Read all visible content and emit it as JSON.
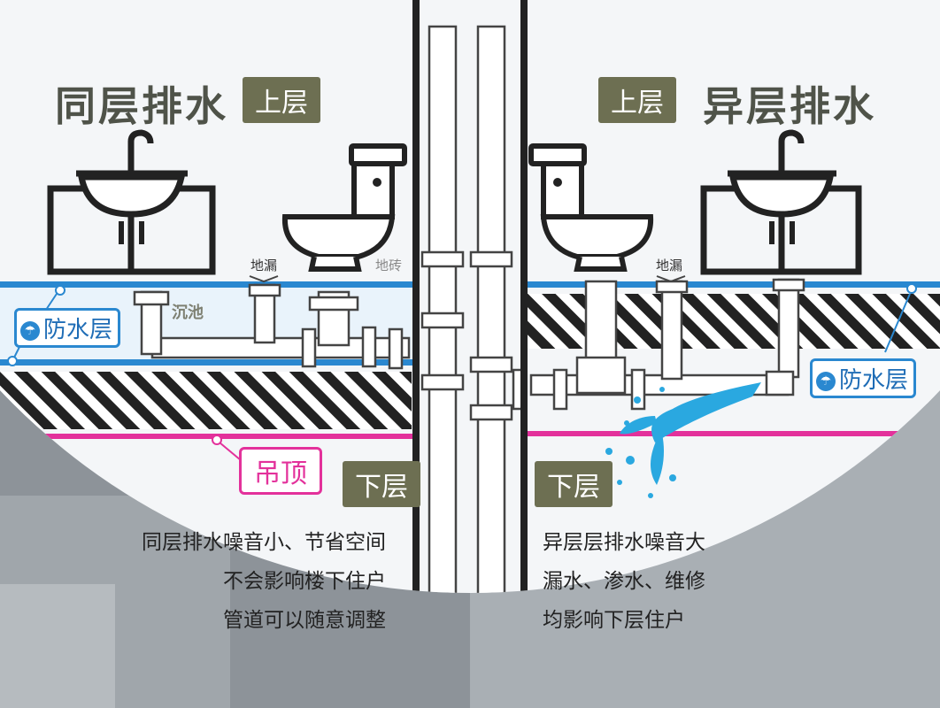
{
  "left": {
    "title": "同层排水",
    "upper_tag": "上层",
    "lower_tag": "下层",
    "floor_drain": "地漏",
    "tile": "地砖",
    "sunken": "沉池",
    "waterproof": "防水层",
    "ceiling": "吊顶",
    "desc": [
      "同层排水噪音小、节省空间",
      "不会影响楼下住户",
      "管道可以随意调整"
    ]
  },
  "right": {
    "title": "异层排水",
    "upper_tag": "上层",
    "lower_tag": "下层",
    "floor_drain": "地漏",
    "waterproof": "防水层",
    "desc": [
      "异层层排水噪音大",
      "漏水、渗水、维修",
      "均影响下层住户"
    ]
  },
  "colors": {
    "waterproof": "#2a88d0",
    "ceiling": "#e3319b",
    "tag_bg": "#6d6f52",
    "leak": "#2aa8e0"
  },
  "icons": [
    "sink-icon",
    "toilet-icon",
    "umbrella-icon",
    "water-leak-icon"
  ]
}
